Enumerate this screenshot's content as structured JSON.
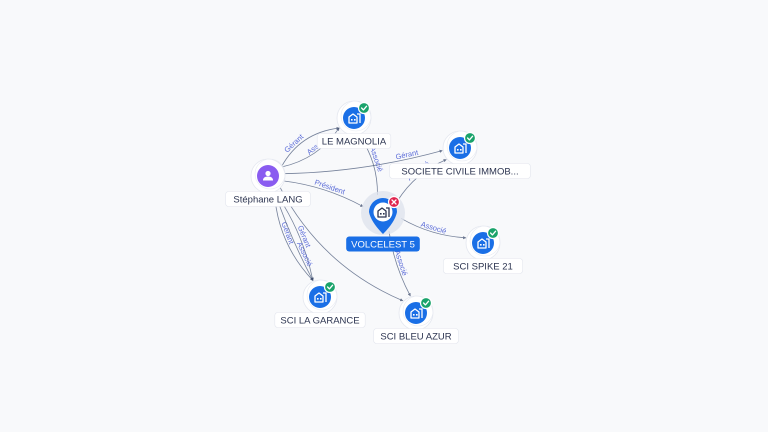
{
  "colors": {
    "company_fill": "#1a6fe6",
    "person_fill": "#8a5cf0",
    "active_badge": "#1aa36b",
    "inactive_badge": "#e0244e",
    "edge": "#4a5a7a",
    "edge_label": "#5b6cd8"
  },
  "graph": {
    "center": {
      "id": "volcelest",
      "label": "VOLCELEST 5",
      "icon": "building-icon",
      "status": "inactive"
    },
    "nodes": [
      {
        "id": "stephane",
        "label": "Stéphane LANG",
        "type": "person",
        "icon": "user-icon"
      },
      {
        "id": "magnolia",
        "label": "LE MAGNOLIA",
        "type": "company",
        "icon": "building-icon",
        "status": "active"
      },
      {
        "id": "sci_immob",
        "label": "SOCIETE CIVILE IMMOB...",
        "type": "company",
        "icon": "building-icon",
        "status": "active"
      },
      {
        "id": "spike",
        "label": "SCI SPIKE 21",
        "type": "company",
        "icon": "building-icon",
        "status": "active"
      },
      {
        "id": "bleu",
        "label": "SCI BLEU AZUR",
        "type": "company",
        "icon": "building-icon",
        "status": "active"
      },
      {
        "id": "garance",
        "label": "SCI LA GARANCE",
        "type": "company",
        "icon": "building-icon",
        "status": "active"
      }
    ],
    "edges": [
      {
        "from": "stephane",
        "to": "magnolia",
        "label": "Gérant"
      },
      {
        "from": "stephane",
        "to": "magnolia",
        "label": "Associé"
      },
      {
        "from": "stephane",
        "to": "volcelest",
        "label": "Président"
      },
      {
        "from": "stephane",
        "to": "sci_immob",
        "label": "Gérant"
      },
      {
        "from": "stephane",
        "to": "garance",
        "label": "Gérant"
      },
      {
        "from": "stephane",
        "to": "garance",
        "label": "Gérant"
      },
      {
        "from": "stephane",
        "to": "garance",
        "label": "Associé"
      },
      {
        "from": "stephane",
        "to": "bleu",
        "label": ""
      },
      {
        "from": "volcelest",
        "to": "magnolia",
        "label": "Associé"
      },
      {
        "from": "volcelest",
        "to": "sci_immob",
        "label": "Associé"
      },
      {
        "from": "volcelest",
        "to": "spike",
        "label": "Associé"
      },
      {
        "from": "volcelest",
        "to": "bleu",
        "label": "Associé"
      }
    ]
  }
}
